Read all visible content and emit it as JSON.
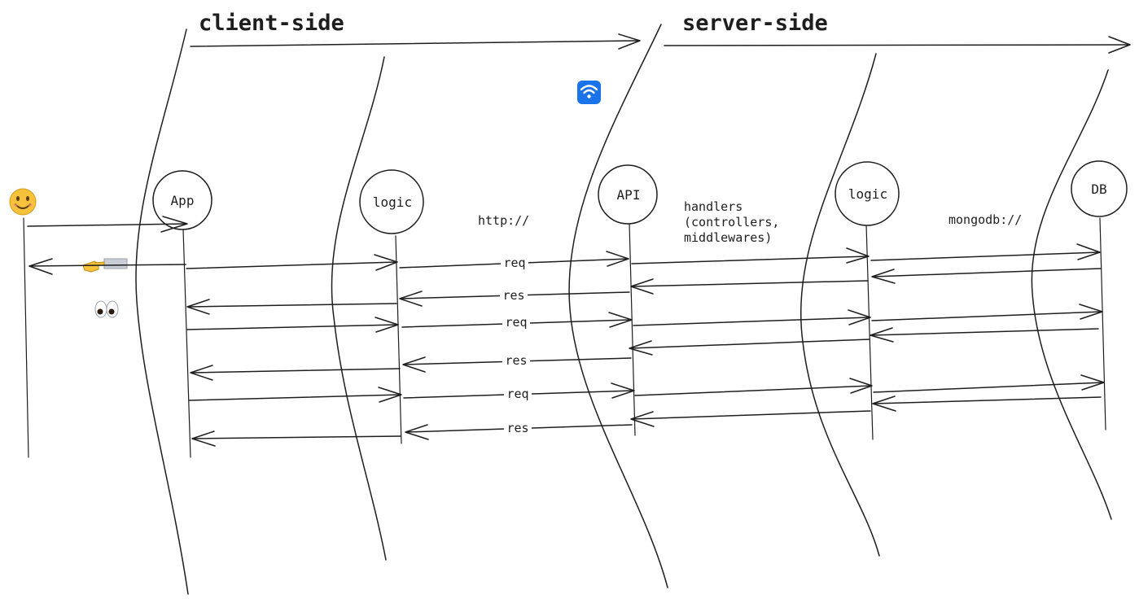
{
  "sections": {
    "client": "client-side",
    "server": "server-side"
  },
  "nodes": {
    "app": "App",
    "client_logic": "logic",
    "api": "API",
    "server_logic": "logic",
    "db": "DB"
  },
  "protocols": {
    "http": "http://",
    "mongodb": "mongodb://"
  },
  "handlers_note": [
    "handlers",
    "(controllers,",
    "middlewares)"
  ],
  "messages": {
    "req_1": "req",
    "res_1": "res",
    "req_2": "req",
    "res_2": "res",
    "req_3": "req",
    "res_3": "res"
  },
  "icons": {
    "user": "smiling-face-emoji",
    "pointing": "pointing-hand-emoji",
    "eyes": "eyes-emoji",
    "wifi": "wifi-icon"
  },
  "colors": {
    "ink": "#1e1e1e",
    "wifi_blue": "#1a73e8",
    "emoji_yellow": "#f7c23b"
  }
}
